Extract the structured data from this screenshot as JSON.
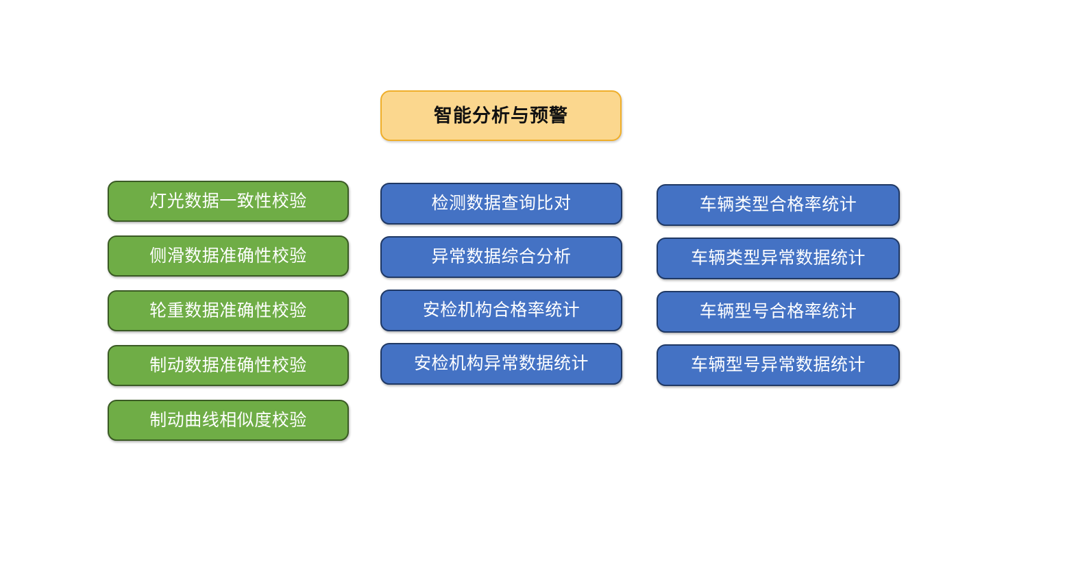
{
  "diagram": {
    "title_node": {
      "label": "智能分析与预警",
      "fill_color": "#FBD78E",
      "border_color": "#EFAE2A",
      "text_color": "#111111"
    },
    "columns": [
      {
        "name": "data-validation",
        "style": "green",
        "fill_color": "#6FAD46",
        "border_color": "#3A5A24",
        "text_color": "#FFFFFF",
        "nodes": [
          {
            "label": "灯光数据一致性校验"
          },
          {
            "label": "侧滑数据准确性校验"
          },
          {
            "label": "轮重数据准确性校验"
          },
          {
            "label": "制动数据准确性校验"
          },
          {
            "label": "制动曲线相似度校验"
          }
        ]
      },
      {
        "name": "analysis-and-agency-statistics",
        "style": "blue",
        "fill_color": "#4472C4",
        "border_color": "#1F3864",
        "text_color": "#FFFFFF",
        "nodes": [
          {
            "label": "检测数据查询比对"
          },
          {
            "label": "异常数据综合分析"
          },
          {
            "label": "安检机构合格率统计"
          },
          {
            "label": "安检机构异常数据统计"
          }
        ]
      },
      {
        "name": "vehicle-statistics",
        "style": "blue",
        "fill_color": "#4472C4",
        "border_color": "#1F3864",
        "text_color": "#FFFFFF",
        "nodes": [
          {
            "label": "车辆类型合格率统计"
          },
          {
            "label": "车辆类型异常数据统计"
          },
          {
            "label": "车辆型号合格率统计"
          },
          {
            "label": "车辆型号异常数据统计"
          }
        ]
      }
    ]
  }
}
